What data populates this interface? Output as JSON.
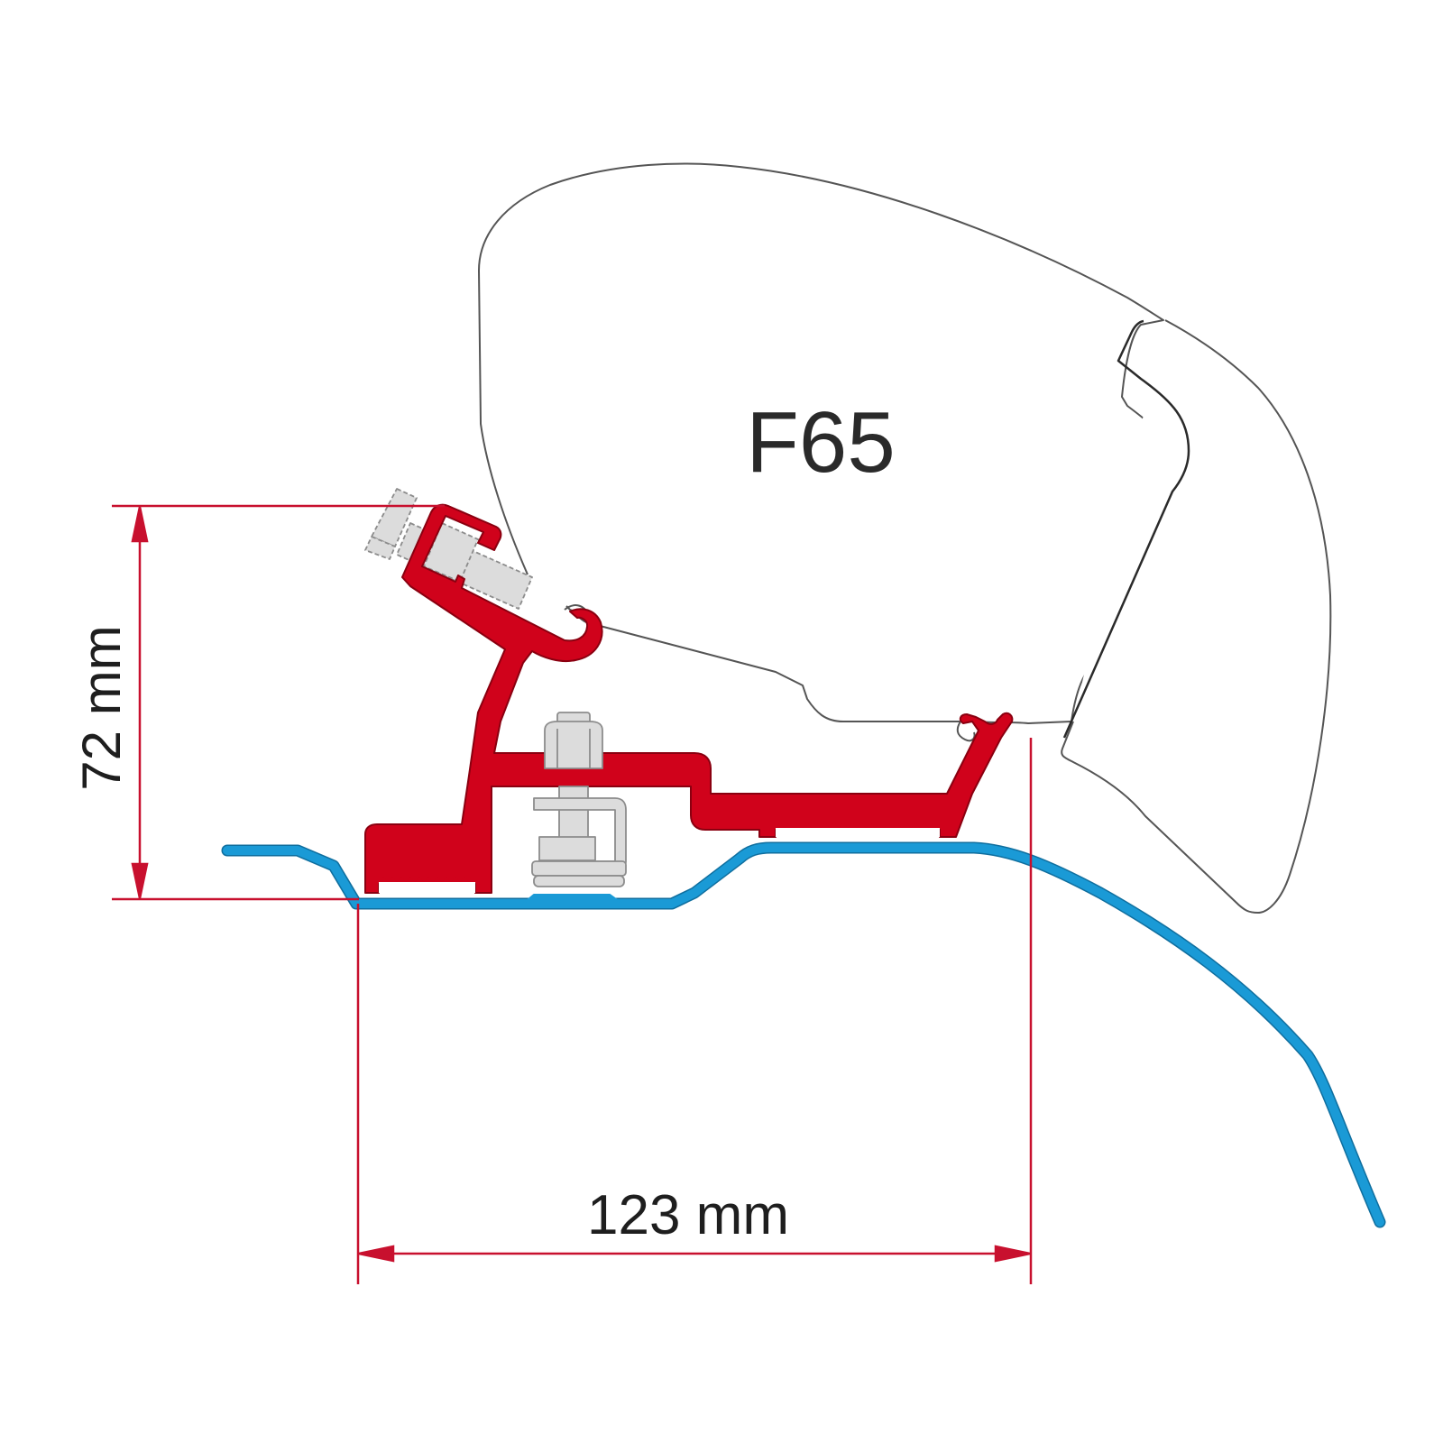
{
  "diagram": {
    "type": "technical-mounting-diagram",
    "awning_model_label": "F65",
    "dimensions": {
      "height": {
        "value": 72,
        "unit": "mm",
        "label": "72 mm",
        "orientation": "vertical"
      },
      "width": {
        "value": 123,
        "unit": "mm",
        "label": "123 mm",
        "orientation": "horizontal"
      }
    },
    "components": [
      {
        "id": "awning-housing",
        "description": "F65 awning case profile outline"
      },
      {
        "id": "adapter-bracket",
        "description": "Red mounting bracket profile"
      },
      {
        "id": "top-bolt",
        "description": "Grey bolt/nut in upper bracket slot"
      },
      {
        "id": "clamp-bolt",
        "description": "Grey bolt with nut and clamp on roof"
      },
      {
        "id": "vehicle-roof",
        "description": "Blue vehicle roof profile"
      }
    ],
    "colors": {
      "bracket": "#d0021b",
      "bracket_outline": "#8a0010",
      "roof": "#1a9ad6",
      "roof_outline": "#0f6e9e",
      "dimension_lines": "#c8102e",
      "hardware_fill": "#dcdcdc",
      "hardware_outline": "#8c8c8c",
      "outline": "#555555",
      "text": "#1e1e1e"
    }
  }
}
